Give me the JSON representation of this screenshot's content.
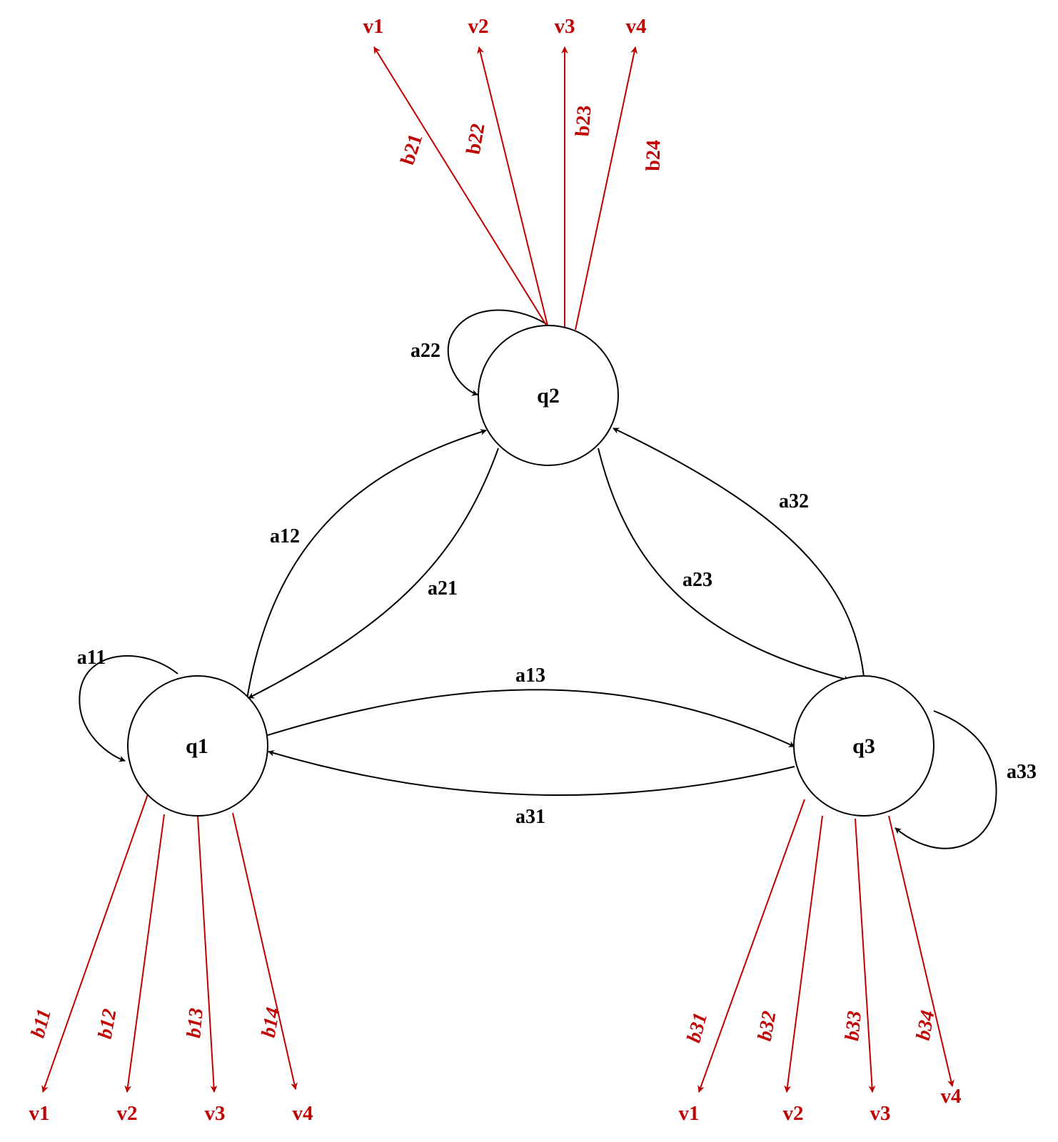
{
  "colors": {
    "transition": "#000000",
    "emission": "#c00000"
  },
  "states": {
    "q1": "q1",
    "q2": "q2",
    "q3": "q3"
  },
  "transitions": {
    "a11": "a11",
    "a12": "a12",
    "a13": "a13",
    "a21": "a21",
    "a22": "a22",
    "a23": "a23",
    "a31": "a31",
    "a32": "a32",
    "a33": "a33"
  },
  "emissions": {
    "b11": "b11",
    "b12": "b12",
    "b13": "b13",
    "b14": "b14",
    "b21": "b21",
    "b22": "b22",
    "b23": "b23",
    "b24": "b24",
    "b31": "b31",
    "b32": "b32",
    "b33": "b33",
    "b34": "b34"
  },
  "observations": {
    "v1": "v1",
    "v2": "v2",
    "v3": "v3",
    "v4": "v4"
  }
}
